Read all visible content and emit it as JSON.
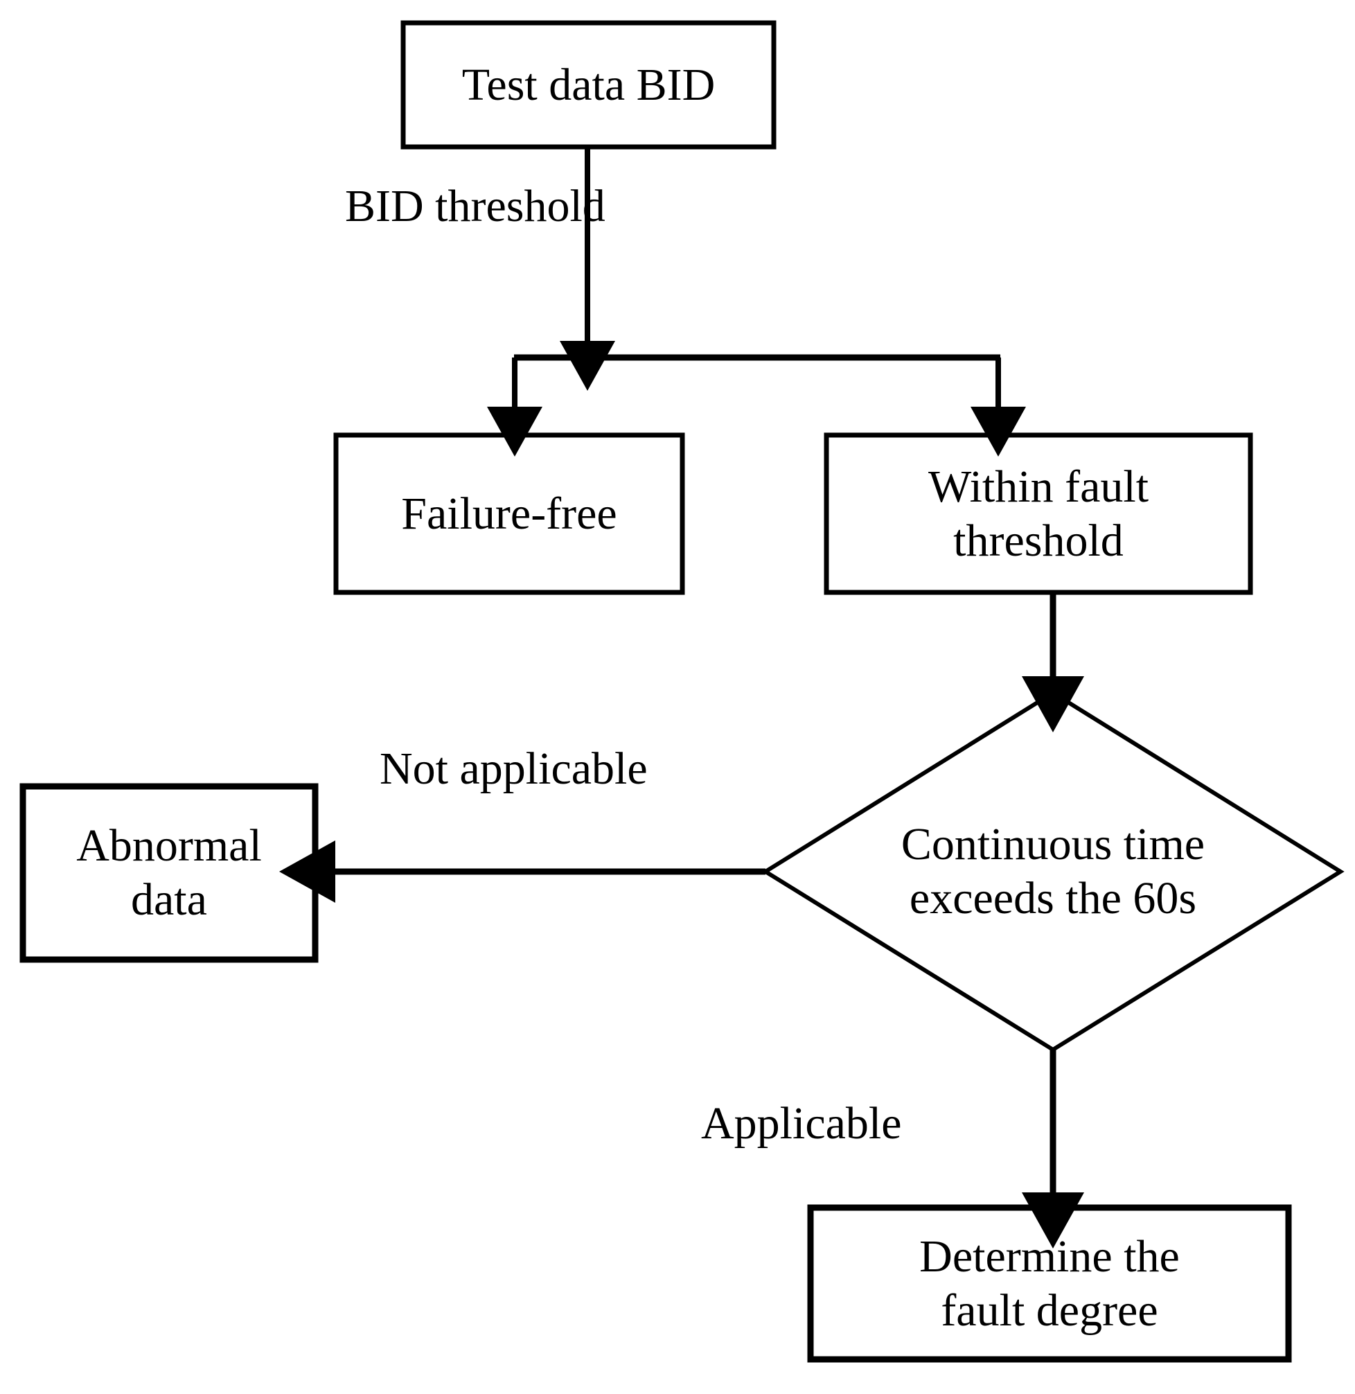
{
  "diagram": {
    "type": "flowchart",
    "title": "BID fault determination flowchart",
    "background_color": "#ffffff",
    "stroke_color": "#000000",
    "text_color": "#000000",
    "nodes": [
      {
        "id": "test-data-bid",
        "shape": "rectangle",
        "label": "Test data BID"
      },
      {
        "id": "failure-free",
        "shape": "rectangle",
        "label": "Failure-free"
      },
      {
        "id": "within-fault-threshold",
        "shape": "rectangle",
        "label": "Within fault\nthreshold"
      },
      {
        "id": "continuous-time-decision",
        "shape": "diamond",
        "label": "Continuous time\nexceeds the 60s"
      },
      {
        "id": "abnormal-data",
        "shape": "rectangle",
        "label": "Abnormal\ndata"
      },
      {
        "id": "determine-fault-degree",
        "shape": "rectangle",
        "label": "Determine the\nfault degree"
      }
    ],
    "edges": [
      {
        "id": "bid-threshold-split",
        "from": "test-data-bid",
        "to": "failure-free, within-fault-threshold",
        "label": "BID threshold"
      },
      {
        "id": "within-to-decision",
        "from": "within-fault-threshold",
        "to": "continuous-time-decision",
        "label": ""
      },
      {
        "id": "decision-not-applicable",
        "from": "continuous-time-decision",
        "to": "abnormal-data",
        "label": "Not applicable"
      },
      {
        "id": "decision-applicable",
        "from": "continuous-time-decision",
        "to": "determine-fault-degree",
        "label": "Applicable"
      }
    ]
  }
}
